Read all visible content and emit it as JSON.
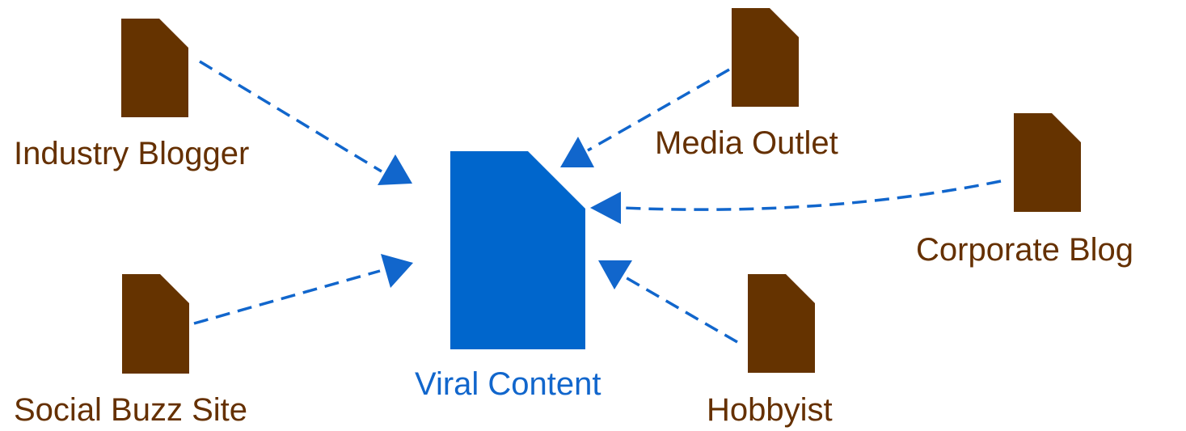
{
  "colors": {
    "source_document": "#653300",
    "source_label": "#653000",
    "target_document": "#0066cc",
    "target_label": "#1166cc",
    "arrow": "#1166cc"
  },
  "icons": {
    "source": "document-icon",
    "target": "document-icon"
  },
  "target": {
    "label": "Viral Content"
  },
  "sources": [
    {
      "id": "industry-blogger",
      "label": "Industry Blogger"
    },
    {
      "id": "social-buzz-site",
      "label": "Social Buzz Site"
    },
    {
      "id": "media-outlet",
      "label": "Media Outlet"
    },
    {
      "id": "corporate-blog",
      "label": "Corporate Blog"
    },
    {
      "id": "hobbyist",
      "label": "Hobbyist"
    }
  ],
  "edges": [
    {
      "from": "industry-blogger",
      "to": "viral-content"
    },
    {
      "from": "social-buzz-site",
      "to": "viral-content"
    },
    {
      "from": "media-outlet",
      "to": "viral-content"
    },
    {
      "from": "corporate-blog",
      "to": "viral-content"
    },
    {
      "from": "hobbyist",
      "to": "viral-content"
    }
  ]
}
